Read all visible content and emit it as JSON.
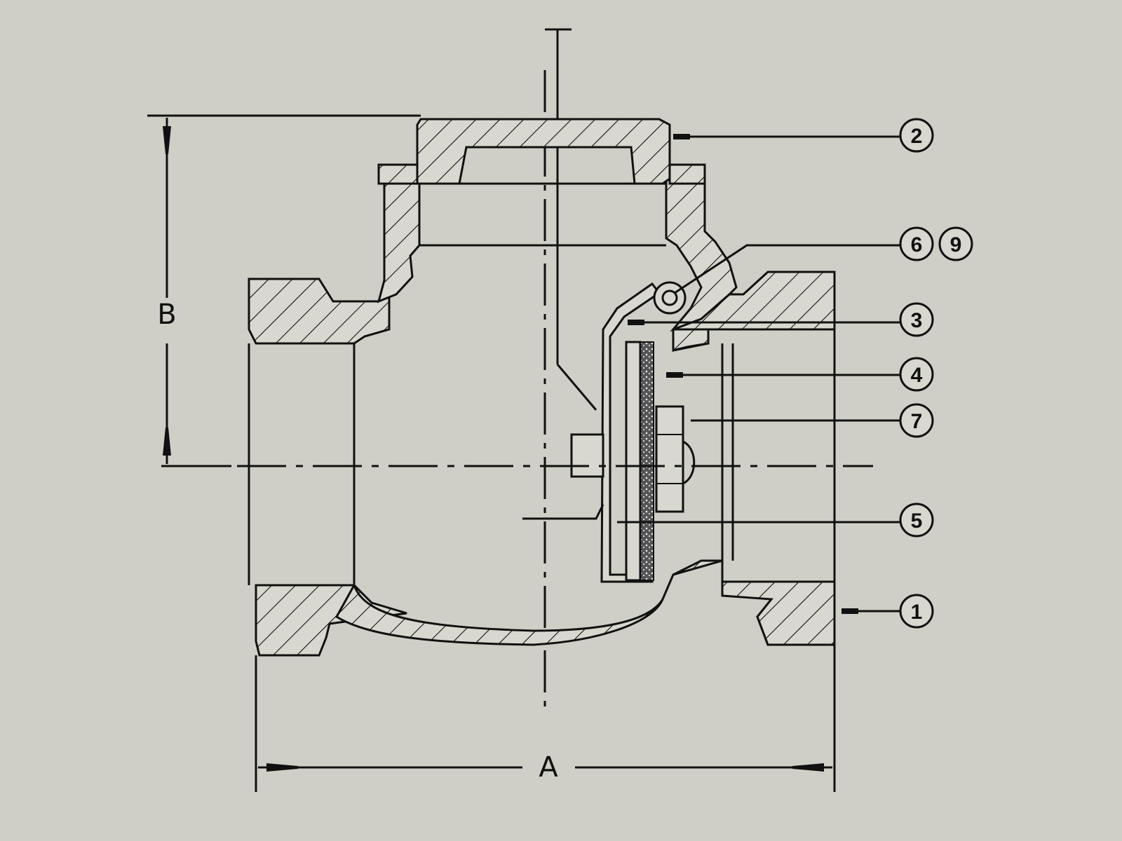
{
  "diagram": {
    "dimensions": {
      "width_label": "A",
      "height_label": "B"
    },
    "callouts": [
      "2",
      "6",
      "9",
      "3",
      "4",
      "7",
      "5",
      "1"
    ],
    "colors": {
      "background": "#cfcfc7",
      "ink": "#111111",
      "section": "#d8d8d0"
    }
  }
}
